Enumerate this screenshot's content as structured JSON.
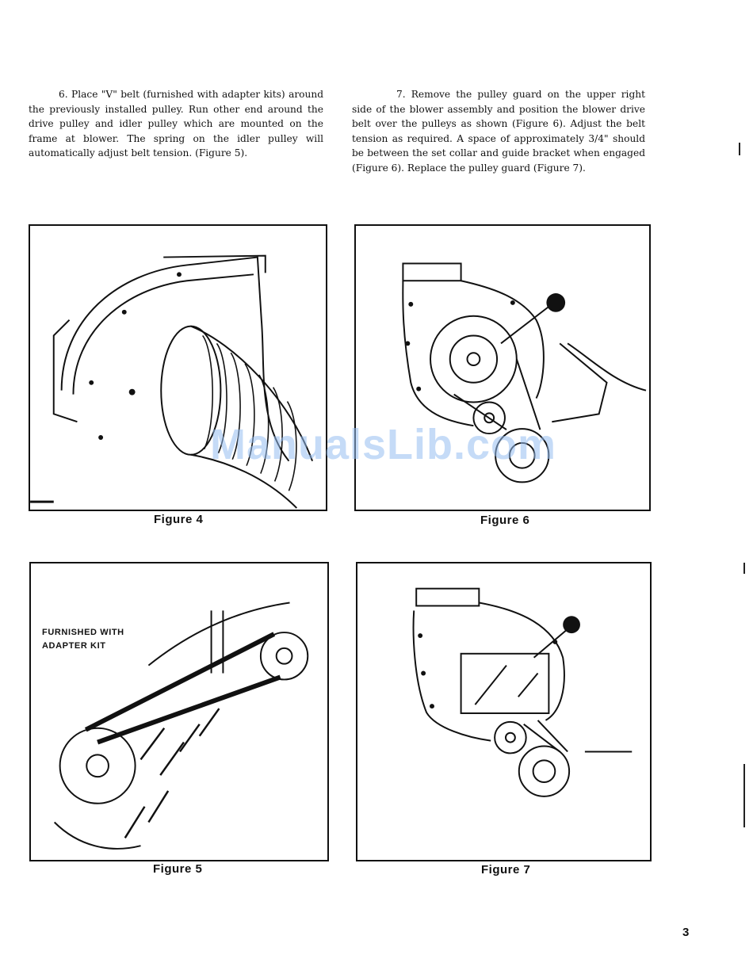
{
  "instructions": {
    "step6": "6. Place \"V\" belt (furnished with adapter kits) around the previously installed pulley. Run other end around the drive pulley and idler pulley which are mounted on the frame at blower. The spring on the idler pulley will automatically adjust belt tension. (Figure 5).",
    "step7": "7. Remove the pulley guard on the upper right side of the blower assembly and position the blower drive belt over the pulleys as shown (Figure 6). Adjust the belt tension as required. A space of approximately 3/4\" should be between the set collar and guide bracket when engaged (Figure 6). Replace the pulley guard (Figure 7)."
  },
  "figures": {
    "fig4": {
      "caption": "Figure 4"
    },
    "fig5": {
      "caption": "Figure 5",
      "callout": "FURNISHED WITH ADAPTER KIT"
    },
    "fig6": {
      "caption": "Figure 6"
    },
    "fig7": {
      "caption": "Figure 7"
    }
  },
  "watermark": "ManualsLib.com",
  "page_number": "3"
}
